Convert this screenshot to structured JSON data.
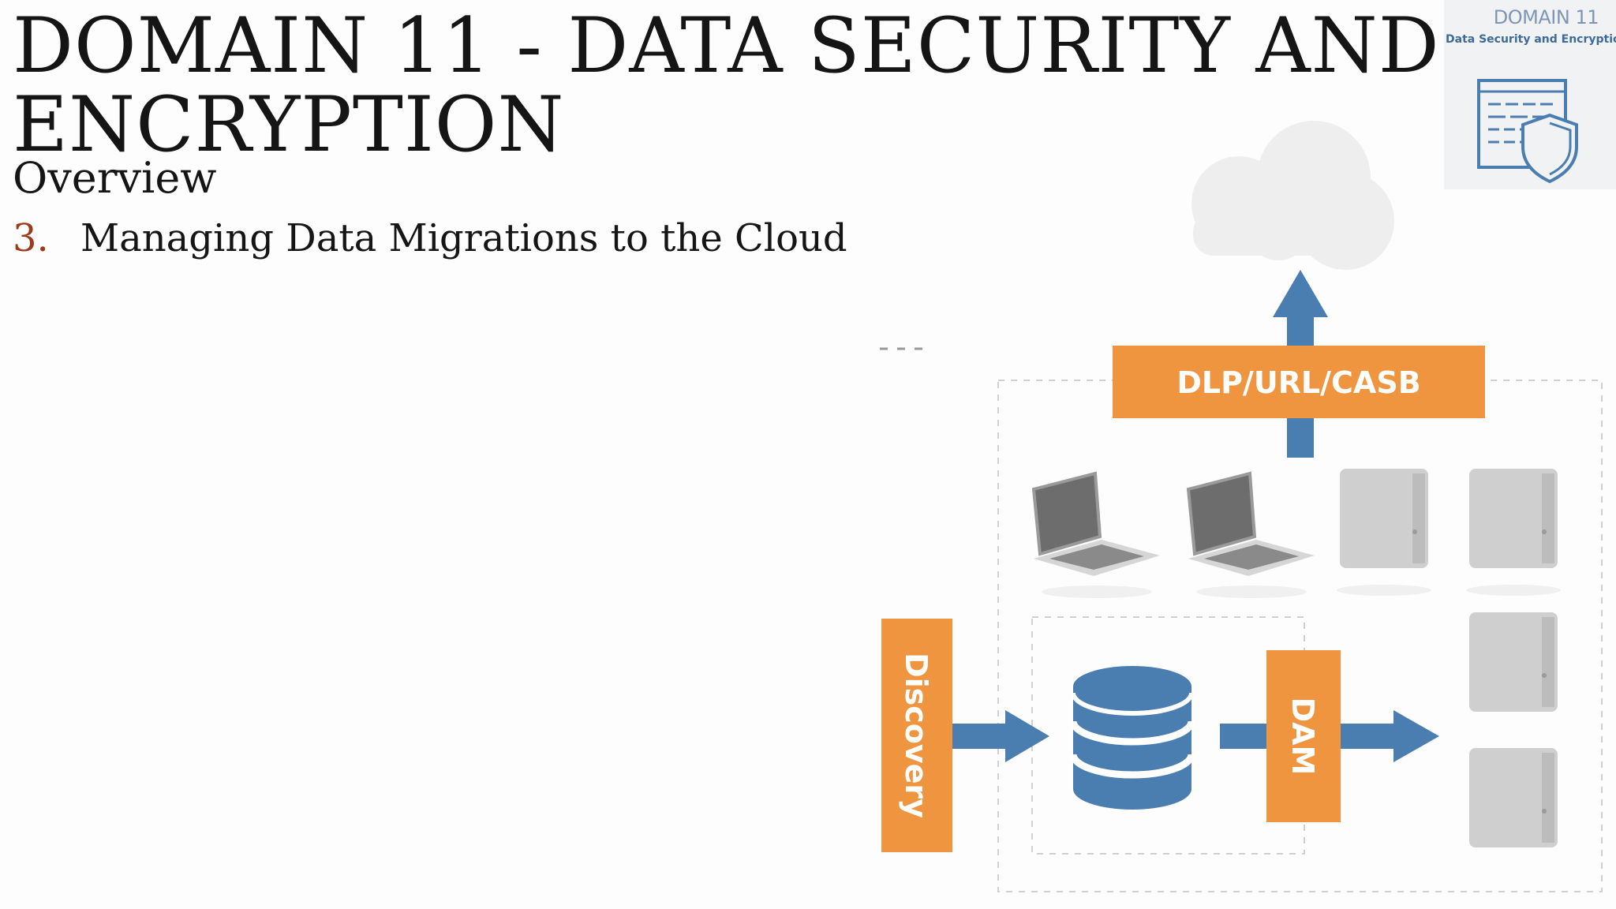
{
  "slide": {
    "title": "DOMAIN 11 - DATA SECURITY AND ENCRYPTION",
    "subtitle": "Overview",
    "list": [
      {
        "number": "3.",
        "text": "Managing Data Migrations to the Cloud"
      }
    ]
  },
  "badge": {
    "title": "DOMAIN 11",
    "subtitle": "Data Security and Encryption",
    "icon": "document-shield-icon"
  },
  "diagram": {
    "labels": {
      "dlp": "DLP/URL/CASB",
      "discovery": "Discovery",
      "dam": "DAM"
    },
    "colors": {
      "orange": "#f0953f",
      "blue": "#4a7eb0",
      "server_gray": "#cfcfcf",
      "cloud": "#f0f0f0"
    }
  }
}
